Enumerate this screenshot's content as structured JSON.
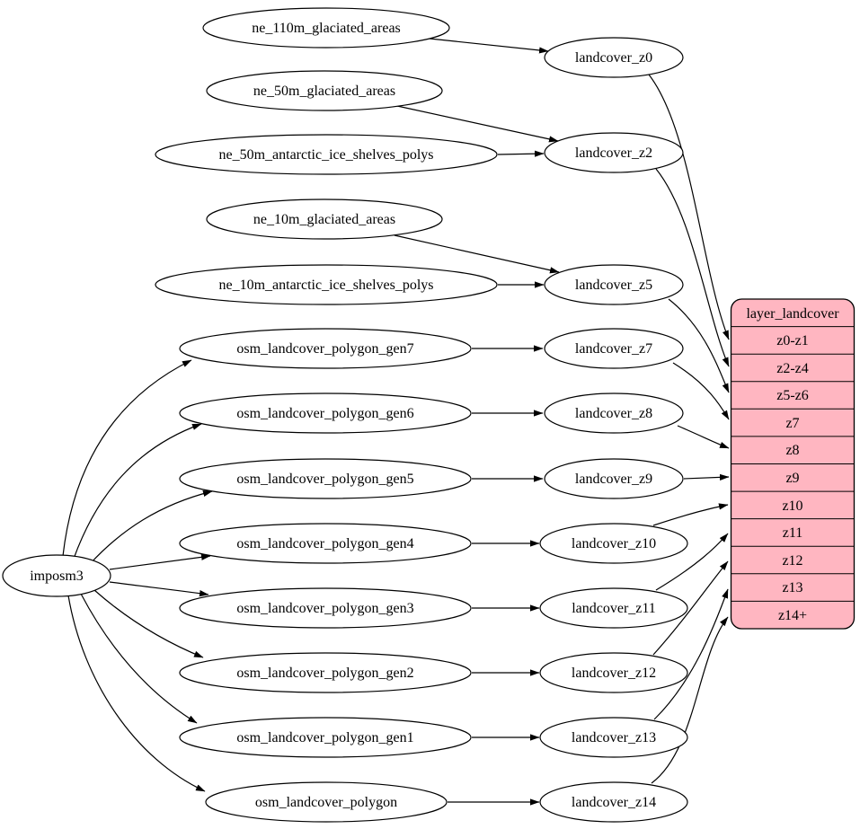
{
  "diagram": {
    "kind": "etl-dependency-graph",
    "colors": {
      "background": "#ffffff",
      "node_fill": "#ffffff",
      "node_stroke": "#000000",
      "edge": "#000000",
      "text": "#000000",
      "record_fill": "#ffb6c1"
    },
    "nodes": {
      "imposm3": "imposm3",
      "ne_110m_glaciated_areas": "ne_110m_glaciated_areas",
      "ne_50m_glaciated_areas": "ne_50m_glaciated_areas",
      "ne_50m_antarctic_ice_shelves_polys": "ne_50m_antarctic_ice_shelves_polys",
      "ne_10m_glaciated_areas": "ne_10m_glaciated_areas",
      "ne_10m_antarctic_ice_shelves_polys": "ne_10m_antarctic_ice_shelves_polys",
      "osm_landcover_polygon_gen7": "osm_landcover_polygon_gen7",
      "osm_landcover_polygon_gen6": "osm_landcover_polygon_gen6",
      "osm_landcover_polygon_gen5": "osm_landcover_polygon_gen5",
      "osm_landcover_polygon_gen4": "osm_landcover_polygon_gen4",
      "osm_landcover_polygon_gen3": "osm_landcover_polygon_gen3",
      "osm_landcover_polygon_gen2": "osm_landcover_polygon_gen2",
      "osm_landcover_polygon_gen1": "osm_landcover_polygon_gen1",
      "osm_landcover_polygon": "osm_landcover_polygon",
      "landcover_z0": "landcover_z0",
      "landcover_z2": "landcover_z2",
      "landcover_z5": "landcover_z5",
      "landcover_z7": "landcover_z7",
      "landcover_z8": "landcover_z8",
      "landcover_z9": "landcover_z9",
      "landcover_z10": "landcover_z10",
      "landcover_z11": "landcover_z11",
      "landcover_z12": "landcover_z12",
      "landcover_z13": "landcover_z13",
      "landcover_z14": "landcover_z14"
    },
    "table": {
      "header": "layer_landcover",
      "fill": "#ffb6c1",
      "rows": [
        "z0-z1",
        "z2-z4",
        "z5-z6",
        "z7",
        "z8",
        "z9",
        "z10",
        "z11",
        "z12",
        "z13",
        "z14+"
      ]
    },
    "edges": [
      {
        "from": "ne_110m_glaciated_areas",
        "to": "landcover_z0"
      },
      {
        "from": "ne_50m_glaciated_areas",
        "to": "landcover_z2"
      },
      {
        "from": "ne_50m_antarctic_ice_shelves_polys",
        "to": "landcover_z2"
      },
      {
        "from": "ne_10m_glaciated_areas",
        "to": "landcover_z5"
      },
      {
        "from": "ne_10m_antarctic_ice_shelves_polys",
        "to": "landcover_z5"
      },
      {
        "from": "imposm3",
        "to": "osm_landcover_polygon_gen7"
      },
      {
        "from": "imposm3",
        "to": "osm_landcover_polygon_gen6"
      },
      {
        "from": "imposm3",
        "to": "osm_landcover_polygon_gen5"
      },
      {
        "from": "imposm3",
        "to": "osm_landcover_polygon_gen4"
      },
      {
        "from": "imposm3",
        "to": "osm_landcover_polygon_gen3"
      },
      {
        "from": "imposm3",
        "to": "osm_landcover_polygon_gen2"
      },
      {
        "from": "imposm3",
        "to": "osm_landcover_polygon_gen1"
      },
      {
        "from": "imposm3",
        "to": "osm_landcover_polygon"
      },
      {
        "from": "osm_landcover_polygon_gen7",
        "to": "landcover_z7"
      },
      {
        "from": "osm_landcover_polygon_gen6",
        "to": "landcover_z8"
      },
      {
        "from": "osm_landcover_polygon_gen5",
        "to": "landcover_z9"
      },
      {
        "from": "osm_landcover_polygon_gen4",
        "to": "landcover_z10"
      },
      {
        "from": "osm_landcover_polygon_gen3",
        "to": "landcover_z11"
      },
      {
        "from": "osm_landcover_polygon_gen2",
        "to": "landcover_z12"
      },
      {
        "from": "osm_landcover_polygon_gen1",
        "to": "landcover_z13"
      },
      {
        "from": "osm_landcover_polygon",
        "to": "landcover_z14"
      },
      {
        "from": "landcover_z0",
        "to": "layer_landcover.z0-z1"
      },
      {
        "from": "landcover_z2",
        "to": "layer_landcover.z2-z4"
      },
      {
        "from": "landcover_z5",
        "to": "layer_landcover.z5-z6"
      },
      {
        "from": "landcover_z7",
        "to": "layer_landcover.z7"
      },
      {
        "from": "landcover_z8",
        "to": "layer_landcover.z8"
      },
      {
        "from": "landcover_z9",
        "to": "layer_landcover.z9"
      },
      {
        "from": "landcover_z10",
        "to": "layer_landcover.z10"
      },
      {
        "from": "landcover_z11",
        "to": "layer_landcover.z11"
      },
      {
        "from": "landcover_z12",
        "to": "layer_landcover.z12"
      },
      {
        "from": "landcover_z13",
        "to": "layer_landcover.z13"
      },
      {
        "from": "landcover_z14",
        "to": "layer_landcover.z14+"
      }
    ]
  }
}
